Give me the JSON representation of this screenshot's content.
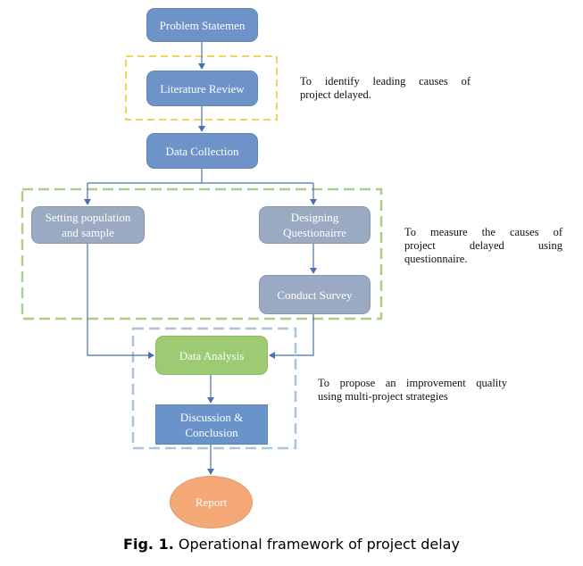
{
  "nodes": {
    "problem_statement": "Problem Statemen",
    "literature_review": "Literature Review",
    "data_collection": "Data Collection",
    "setting_population": [
      "Setting population",
      "and sample"
    ],
    "designing_questionnaire": [
      "Designing",
      "Questionairre"
    ],
    "conduct_survey": "Conduct Survey",
    "data_analysis": "Data Analysis",
    "discussion_conclusion": [
      "Discussion &",
      "Conclusion"
    ],
    "report": "Report"
  },
  "notes": {
    "literature": [
      "To identify leading causes of",
      "project delayed."
    ],
    "questionnaire": [
      "To measure the causes of",
      "project delayed using",
      "questionnaire."
    ],
    "analysis": [
      "To propose an improvement quality",
      "using multi-project strategies"
    ]
  },
  "caption": {
    "label": "Fig. 1.",
    "text": "Operational framework of project delay"
  },
  "colors": {
    "primary_box": "#6d93c8",
    "grey_box": "#9aaac2",
    "green_box": "#9dca73",
    "report_oval": "#f4a876",
    "arrow": "#4a72b0",
    "yellow_dashed": "#f5d35a",
    "green_dashed": "#a9cf86",
    "blue_dashed": "#a9c6e0"
  }
}
